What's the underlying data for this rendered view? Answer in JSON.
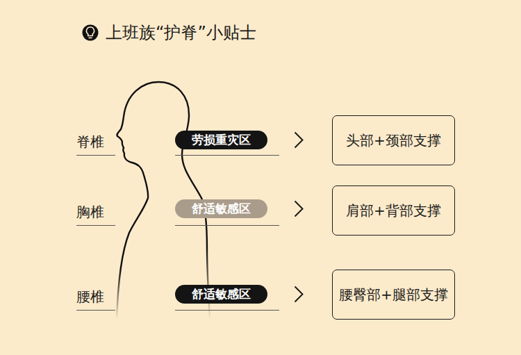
{
  "diagram": {
    "title": "上班族“护脊”小贴士",
    "nodes": [
      {
        "text": [
          "劳损重灾区"
        ]
      },
      {
        "text": [
          "头部+颈部支撑"
        ]
      },
      {
        "text": [
          "舒适敏感区"
        ]
      },
      {
        "text": [
          "肩部+背部支撑"
        ]
      },
      {
        "text": [
          "舒适敏感区"
        ]
      },
      {
        "text": [
          "腰臀部+腿部支撑"
        ]
      }
    ],
    "edges": [
      {
        "from": 0,
        "to": 1,
        "arrow": "to"
      },
      {
        "from": 2,
        "to": 3,
        "arrow": "to"
      },
      {
        "from": 4,
        "to": 5,
        "arrow": "to"
      }
    ],
    "labels": [
      "脊椎",
      "胸椎",
      "腰椎"
    ]
  }
}
